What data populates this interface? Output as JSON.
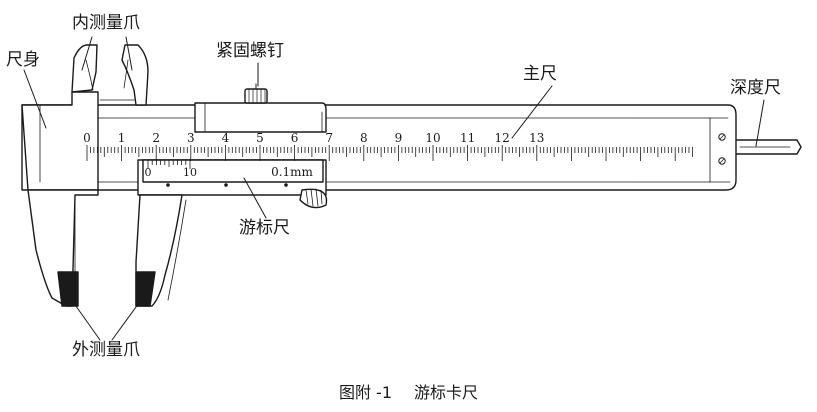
{
  "labels": {
    "inner_jaws": "内测量爪",
    "ruler_body": "尺身",
    "lock_screw": "紧固螺钉",
    "main_scale": "主尺",
    "depth_rod": "深度尺",
    "vernier_scale": "游标尺",
    "outer_jaws": "外测量爪"
  },
  "main_scale": {
    "numbers": [
      "0",
      "1",
      "2",
      "3",
      "4",
      "5",
      "6",
      "7",
      "8",
      "9",
      "10",
      "11",
      "12",
      "13"
    ]
  },
  "vernier_scale": {
    "numbers": [
      "0",
      "10"
    ],
    "precision": "0.1mm"
  },
  "caption": {
    "number": "图附 -1",
    "title": "游标卡尺"
  }
}
